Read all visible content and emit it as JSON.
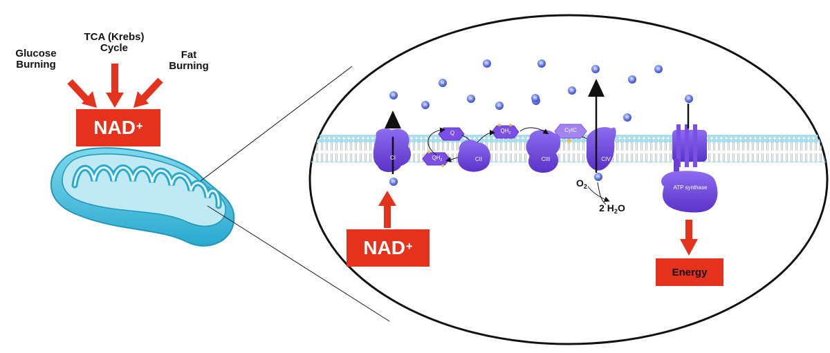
{
  "inputs": {
    "glucose": "Glucose Burning",
    "tca": "TCA (Krebs) Cycle",
    "fat": "Fat Burning"
  },
  "nad_top": {
    "text": "NAD",
    "sup": "+"
  },
  "nad_bottom": {
    "text": "NAD",
    "sup": "+"
  },
  "complexes": {
    "ci": "CI",
    "cii": "CII",
    "ciii": "CIII",
    "civ": "CIV",
    "q": "Q",
    "qh2_left": "QH",
    "qh2_right": "QH",
    "qh2_sub": "2",
    "cytc": "CytC"
  },
  "proton_label": "H",
  "oxygen": {
    "text": "O",
    "sub": "2"
  },
  "water": {
    "prefix": "2 H",
    "sub": "2",
    "suffix": "O"
  },
  "atp_synthase": "ATP synthase",
  "energy": "Energy",
  "colors": {
    "red": "#e5321d",
    "purple": "#6a3fd6",
    "purple_light": "#8c6bea",
    "proton": "#5b6fdf",
    "membrane": "#9fd8e8",
    "mito": "#3fbcd8"
  }
}
